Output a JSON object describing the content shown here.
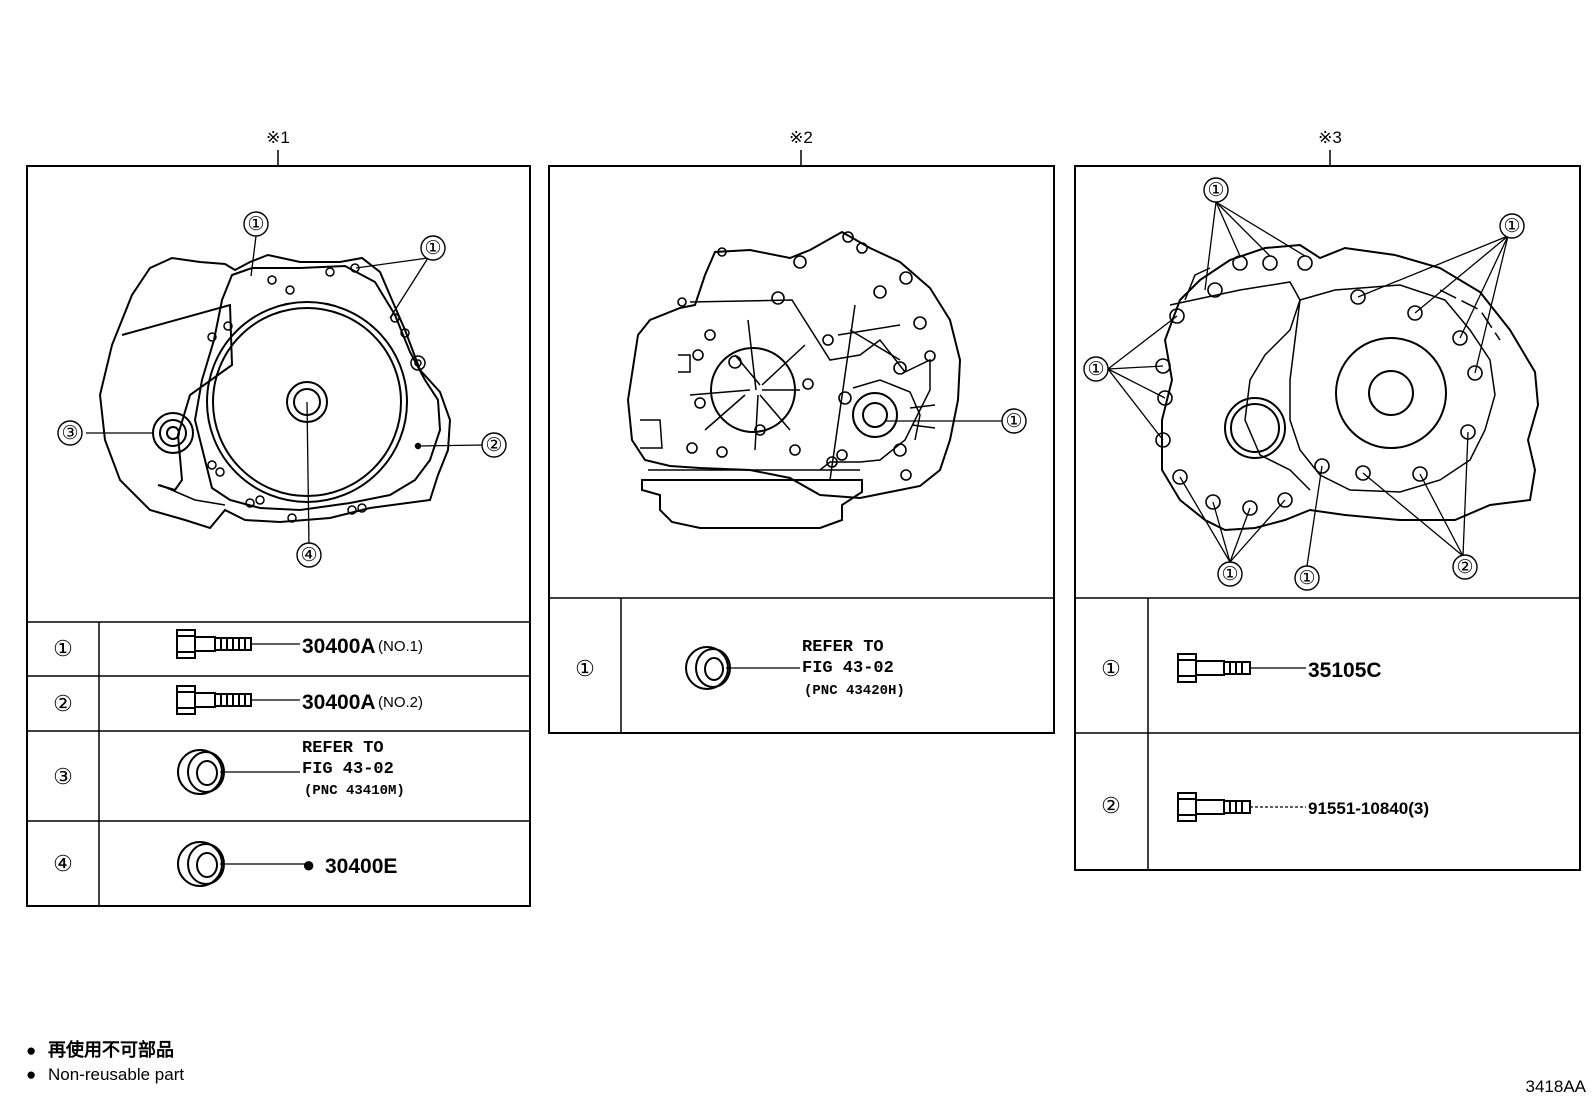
{
  "panels": [
    {
      "marker": "※1",
      "rows": [
        {
          "num": "①",
          "pnc": "30400A",
          "note": "(NO.1)"
        },
        {
          "num": "②",
          "pnc": "30400A",
          "note": "(NO.2)"
        },
        {
          "num": "③",
          "refer1": "REFER TO",
          "refer2": "FIG 43-02",
          "refer3": "(PNC 43410M)"
        },
        {
          "num": "④",
          "pnc": "30400E",
          "bullet": "●"
        }
      ],
      "callouts": [
        "①",
        "①",
        "②",
        "③",
        "④"
      ]
    },
    {
      "marker": "※2",
      "rows": [
        {
          "num": "①",
          "refer1": "REFER TO",
          "refer2": "FIG 43-02",
          "refer3": "(PNC 43420H)"
        }
      ],
      "callouts": [
        "①"
      ]
    },
    {
      "marker": "※3",
      "rows": [
        {
          "num": "①",
          "pnc": "35105C"
        },
        {
          "num": "②",
          "pnc": "91551-10840(3)"
        }
      ],
      "callouts": [
        "①",
        "①",
        "①",
        "①",
        "①",
        "②"
      ]
    }
  ],
  "legend": {
    "bullet": "●",
    "line_jp": "再使用不可部品",
    "line_en": "Non-reusable part"
  },
  "figure_code": "3418AA"
}
